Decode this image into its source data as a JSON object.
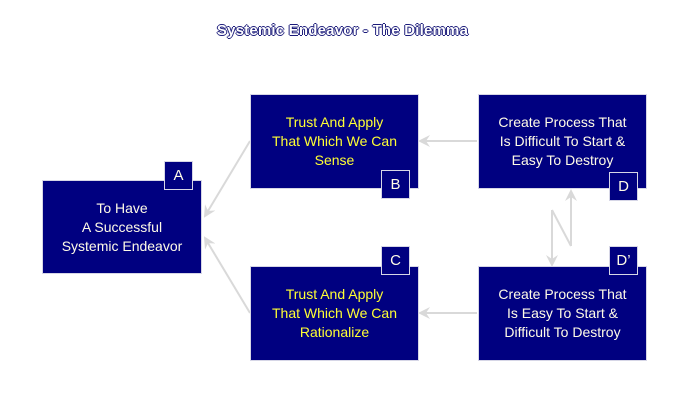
{
  "title": "Systemic Endeavor - The Dilemma",
  "colors": {
    "box_fill": "#000080",
    "box_border": "#d6d6e6",
    "text_light": "#fffbe6",
    "text_yellow": "#ffff33",
    "arrow": "#d9d9d9"
  },
  "nodes": {
    "a": {
      "label": "A",
      "text": "To Have\nA Successful\nSystemic Endeavor"
    },
    "b": {
      "label": "B",
      "text": "Trust  And Apply\nThat Which We Can\nSense"
    },
    "c": {
      "label": "C",
      "text": "Trust  And Apply\nThat Which We Can\nRationalize"
    },
    "d": {
      "label": "D",
      "text": "Create Process That\nIs Difficult To Start &\nEasy To Destroy"
    },
    "d_prime": {
      "label": "D’",
      "text": "Create Process That\nIs Easy To Start &\nDifficult To Destroy"
    }
  },
  "edges": [
    {
      "from": "B",
      "to": "A"
    },
    {
      "from": "C",
      "to": "A"
    },
    {
      "from": "D",
      "to": "B"
    },
    {
      "from": "D’",
      "to": "C"
    },
    {
      "from": "D",
      "to": "D’",
      "style": "zigzag-bidirectional"
    }
  ]
}
